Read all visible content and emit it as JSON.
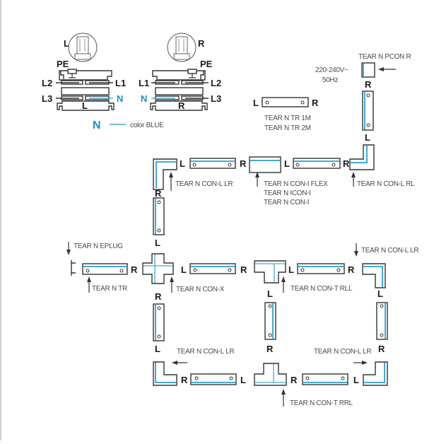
{
  "wiring": {
    "left_plug": {
      "side": "L",
      "pe": "PE",
      "top_left": "L2",
      "top_right": "L1",
      "bottom_left": "L3",
      "bottom_right": "N",
      "base": "L"
    },
    "right_plug": {
      "side": "R",
      "pe": "PE",
      "top_left": "L1",
      "top_right": "L2",
      "bottom_left": "N",
      "bottom_right": "L3",
      "base": "R"
    },
    "legend": {
      "symbol": "N",
      "text": "color BLUE",
      "color": "#1f8fc0"
    }
  },
  "power": {
    "voltage": "220-240V~",
    "frequency": "50Hz",
    "label": "TEAR N PCON R"
  },
  "parts": {
    "track_standalone": {
      "label_lines": [
        "TEAR N TR 1M",
        "TEAR N TR 2M"
      ],
      "left": "L",
      "right": "R"
    },
    "con_l_lr_top": "TEAR N CON-L LR",
    "con_i": [
      "TEAR N CON-I FLEX",
      "TEAR N ICON-I",
      "TEAR N CON-I"
    ],
    "con_l_rl": "TEAR N CON-L RL",
    "eplug": "TEAR N EPLUG",
    "tr": "TEAR N TR",
    "con_x": "TEAR N CON-X",
    "con_t_rll": "TEAR N CON-T RLL",
    "con_l_lr_right": "TEAR N CON-L LR",
    "con_l_lr_bottom_left": "TEAR N CON-L LR",
    "con_l_lr_bottom_right": "TEAR N CON-L LR",
    "con_t_rrl": "TEAR N CON-T RRL"
  },
  "side_labels": {
    "L": "L",
    "R": "R"
  }
}
